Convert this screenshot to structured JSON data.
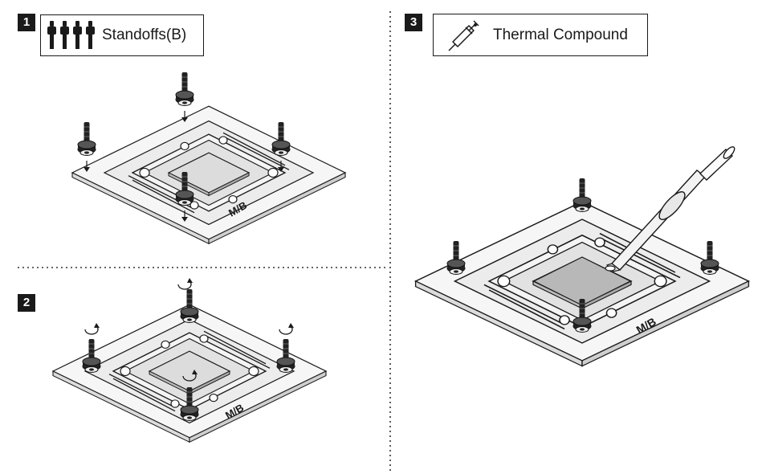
{
  "steps": [
    {
      "number": "1",
      "label": "Standoffs(B)",
      "board_mark": "M/B"
    },
    {
      "number": "2",
      "board_mark": "M/B"
    },
    {
      "number": "3",
      "label": "Thermal Compound",
      "board_mark": "M/B"
    }
  ],
  "colors": {
    "ink": "#1a1a1a",
    "board": "#f6f6f6",
    "pad": "#b8b8b8",
    "standoff": "#222222"
  },
  "icons": [
    "standoff-icon",
    "syringe-icon",
    "rotate-arrow-icon"
  ]
}
